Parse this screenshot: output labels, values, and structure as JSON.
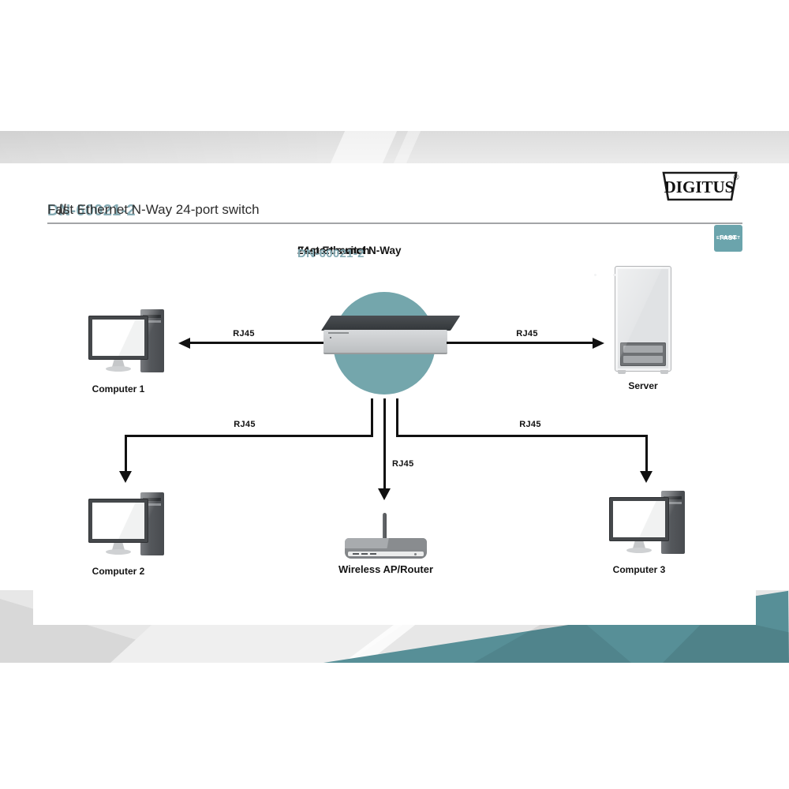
{
  "brand": {
    "name": "DIGITUS",
    "registered_mark": "®"
  },
  "header": {
    "model": "DN-60021-2",
    "separator": "//",
    "title": "Fast Ethernet N-Way 24-port switch"
  },
  "badge": {
    "line1": "10/100",
    "line2": "FAST",
    "line3": "ETHERNET"
  },
  "hub": {
    "label_line1": "Fast Ethernet N-Way",
    "label_line2": "24-port switch",
    "model": "DN-60021-2",
    "port_count": 24
  },
  "devices": {
    "computer1": {
      "label": "Computer 1"
    },
    "server": {
      "label": "Server"
    },
    "computer2": {
      "label": "Computer 2"
    },
    "router": {
      "label": "Wireless AP/Router"
    },
    "computer3": {
      "label": "Computer 3"
    }
  },
  "connections": [
    {
      "from": "switch",
      "to": "Computer 1",
      "label": "RJ45"
    },
    {
      "from": "switch",
      "to": "Server",
      "label": "RJ45"
    },
    {
      "from": "switch",
      "to": "Computer 2",
      "label": "RJ45"
    },
    {
      "from": "switch",
      "to": "Wireless AP/Router",
      "label": "RJ45"
    },
    {
      "from": "switch",
      "to": "Computer 3",
      "label": "RJ45"
    }
  ],
  "colors": {
    "badge_teal": "#6ba4ac",
    "circle_teal": "#74a6ac",
    "wedge_teal": "#578f97",
    "model_teal": "#85abb4"
  }
}
